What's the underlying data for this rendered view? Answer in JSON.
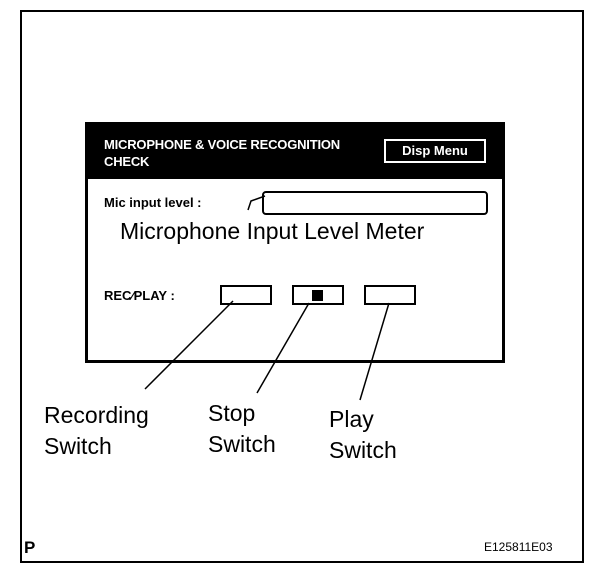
{
  "screen": {
    "title": "MICROPHONE & VOICE RECOGNITION\nCHECK",
    "menu_button": "Disp Menu",
    "mic_input_label": "Mic input level :",
    "rec_play_label": "REC⁄PLAY :"
  },
  "annotations": {
    "meter": "Microphone Input Level Meter",
    "recording_switch": "Recording\nSwitch",
    "stop_switch": "Stop\nSwitch",
    "play_switch": "Play\nSwitch"
  },
  "corner_letter": "P",
  "figure_code": "E125811E03",
  "icons": {
    "stop": "stop-square-icon"
  },
  "colors": {
    "header_bg": "#000000",
    "header_text": "#ffffff",
    "line": "#000000",
    "background": "#ffffff"
  }
}
